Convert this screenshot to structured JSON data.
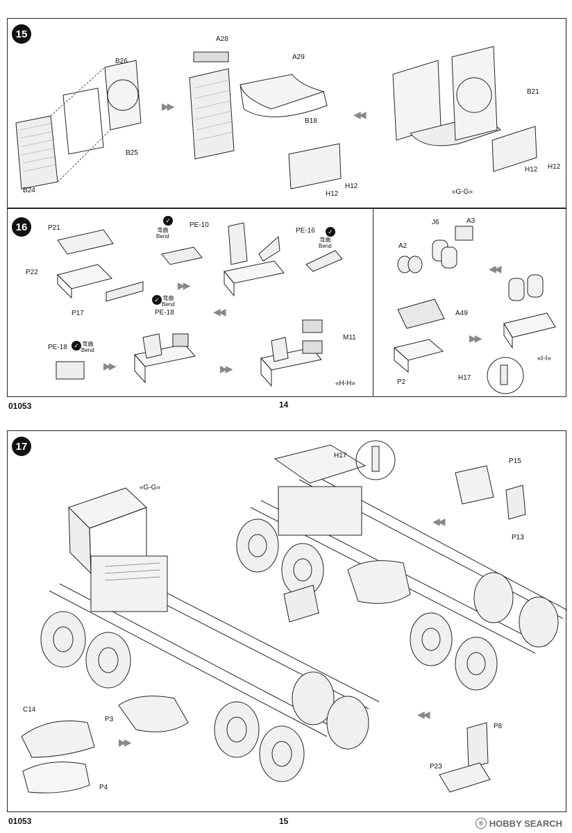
{
  "page_top": {
    "code": "01053",
    "page_number": "14"
  },
  "page_bottom": {
    "code": "01053",
    "page_number": "15"
  },
  "watermark": {
    "brand": "HOBBY SEARCH",
    "mark": "®"
  },
  "bend": {
    "zh": "弯曲",
    "en": "Bend",
    "icon": "check-icon"
  },
  "step15": {
    "number": "15",
    "labels": [
      "A28",
      "A29",
      "B26",
      "B25",
      "B24",
      "B18",
      "H12",
      "H12",
      "B21",
      "H12",
      "H12"
    ],
    "subassembly": "«G-G»"
  },
  "step16": {
    "number": "16",
    "labels": [
      "P21",
      "P22",
      "P17",
      "PE-10",
      "PE-16",
      "PE-18",
      "PE-18",
      "M11"
    ],
    "subassembly_hh": "«H-H»",
    "labels_right": [
      "J6",
      "A3",
      "A2",
      "A49",
      "P2",
      "H17"
    ],
    "subassembly_ii": "«I-I»"
  },
  "step17": {
    "number": "17",
    "labels": [
      "H17",
      "P15",
      "P13",
      "C14",
      "P3",
      "P4",
      "P8",
      "P23"
    ],
    "subassembly": "«G-G»"
  }
}
